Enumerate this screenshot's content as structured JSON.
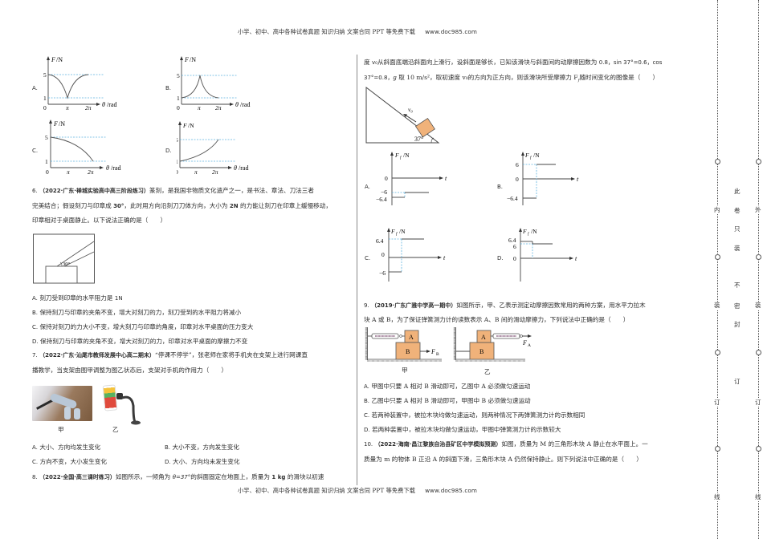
{
  "header": {
    "text": "小学、初中、高中各种试卷真题 知识归纳 文案合同 PPT 等免费下载",
    "url": "www.doc985.com"
  },
  "footer": {
    "text": "小学、初中、高中各种试卷真题 知识归纳 文案合同 PPT 等免费下载",
    "url": "www.doc985.com"
  },
  "q5_graphs": {
    "y_label": "F/N",
    "x_label": "θ/rad",
    "ticks_x": [
      "0",
      "π",
      "2π"
    ],
    "ticks_y": [
      "5",
      "1"
    ],
    "options": [
      {
        "label": "A.",
        "shape": "V-dip from 5 to 1 at π, back to 5 at 2π"
      },
      {
        "label": "B.",
        "shape": "peak from 1 up to 5 at π, down to 1 at 2π"
      },
      {
        "label": "C.",
        "shape": "decreasing from 5 at 0 to 1 at 2π"
      },
      {
        "label": "D.",
        "shape": "increasing from 1 at 0 to 5 at 2π"
      }
    ]
  },
  "q6": {
    "number": "6.",
    "source": "（2022·广东·禅城实验高中高三阶段练习）",
    "stem_line1": "篆刻，是我国非物质文化遗产之一，是书法、章法、刀法三者",
    "stem_line2_a": "完美结合；假设刻刀与印章成 ",
    "angle": "30°",
    "stem_line2_b": "，此时用方向沿刻刀刀体方向，大小为 ",
    "force": "2N",
    "stem_line2_c": " 的力能让刻刀在印章上缓慢移动，",
    "stem_line3": "印章相对于桌面静止。以下说法正确的是（　　）",
    "figure_angle": "30°",
    "options": [
      {
        "label": "A.",
        "text": "刻刀受到印章的水平阻力是 ",
        "tail": "1N"
      },
      {
        "label": "B.",
        "text": "保持刻刀与印章的夹角不变，增大对刻刀的力，刻刀受到的水平阻力将减小",
        "tail": ""
      },
      {
        "label": "C.",
        "text": "保持对刻刀的力大小不变，增大刻刀与印章的角度，印章对水平桌面的压力变大",
        "tail": ""
      },
      {
        "label": "D.",
        "text": "保持刻刀与印章的夹角不变，增大对刻刀的力，印章对水平桌面的摩擦力不变",
        "tail": ""
      }
    ]
  },
  "q7": {
    "number": "7.",
    "source": "（2022·广东·汕尾市教师发展中心高二期末）",
    "stem_line1": "“停课不停学”，张老师在家将手机夹在支架上进行网课直",
    "stem_line2": "播教学，当支架由图甲调整为图乙状态后，支架对手机的作用力（　　）",
    "caption_jia": "甲",
    "caption_yi": "乙",
    "options": [
      {
        "label": "A.",
        "text": "大小、方向均发生变化"
      },
      {
        "label": "B.",
        "text": "大小不变，方向发生变化"
      },
      {
        "label": "C.",
        "text": "方向不变，大小发生变化"
      },
      {
        "label": "D.",
        "text": "大小、方向均未发生变化"
      }
    ]
  },
  "q8": {
    "number": "8.",
    "source": "（2022·全国·高三课时练习）",
    "stem_line1_a": "如图所示，一倾角为 ",
    "theta": "θ=37°",
    "stem_line1_b": "的斜面固定在地面上，质量为 ",
    "mass": "1 kg",
    "stem_line1_c": " 的滑块以初速",
    "stem_line2_a": "度 ",
    "v0": "v₀",
    "stem_line2_b": "从斜面底端沿斜面向上滑行，设斜面是够长，已知该滑块与斜面间的动摩擦因数为 ",
    "mu": "0.8",
    "stem_line2_c": "，sin 37°=0.6，cos",
    "stem_line3_a": "37°=0.8，",
    "g": "g",
    "stem_line3_b": " 取 10 m/s²，取初速度 v₀的方向为正方向，则该滑块所受摩擦力 F",
    "stem_line3_c": "随时间变化的图像是（　　）",
    "figure": {
      "angle": "37°",
      "velocity": "v₀"
    },
    "graphs": {
      "y_label": "Fᶠ /N",
      "x_label": "t",
      "options": [
        {
          "label": "A.",
          "ticks": [
            "0",
            "−6",
            "−6.4"
          ],
          "description": "−6.4 then −6"
        },
        {
          "label": "B.",
          "ticks": [
            "6",
            "0",
            "−6.4"
          ],
          "description": "−6.4 then +6"
        },
        {
          "label": "C.",
          "ticks": [
            "6.4",
            "0",
            "−6"
          ],
          "description": "−6 then +6.4"
        },
        {
          "label": "D.",
          "ticks": [
            "6.4",
            "6",
            "0"
          ],
          "description": "6.4 then 6"
        }
      ]
    }
  },
  "q9": {
    "number": "9.",
    "source": "（2019·广东广雅中学高一期中）",
    "stem_line1": "如图所示，甲、乙表示测定动摩擦因数常用的两种方案，用水平力拉木",
    "stem_line2": "块 A 或 B，为了保证弹簧测力计的读数表示 A、B 间的滑动摩擦力，下列说法中正确的是（　　）",
    "figure": {
      "block_a": "A",
      "block_b": "B",
      "force_b": "F",
      "force_b_sub": "B",
      "force_a": "F",
      "force_a_sub": "A",
      "caption_jia": "甲",
      "caption_yi": "乙"
    },
    "options": [
      {
        "label": "A.",
        "text": "甲图中只要 A 相对 B 滑动即可，乙图中 A 必须做匀速运动"
      },
      {
        "label": "B.",
        "text": "乙图中只要 A 相对 B 滑动即可，甲图中 B 必须做匀速运动"
      },
      {
        "label": "C.",
        "text": "若两种装置中，被拉木块均做匀速运动，则两种情况下两弹簧测力计的示数相同"
      },
      {
        "label": "D.",
        "text": "若两种装置中，被拉木块均做匀速运动，甲图中弹簧测力计的示数较大"
      }
    ]
  },
  "q10": {
    "number": "10.",
    "source": "（2022·海南·昌江黎族自治县矿区中学模拟预测）",
    "stem_line1": "如图，质量为 M 的三角形木块 A 静止在水平面上。一",
    "stem_line2": "质量为 m 的物体 B 正沿 A 的斜面下滑，三角形木块 A 仍然保持静止。则下列说法中正确的是（　　）"
  },
  "binding_margin": {
    "inner_label": [
      "内",
      "装",
      "订",
      "线"
    ],
    "outer_label": [
      "外",
      "装",
      "订",
      "线"
    ],
    "center_label": [
      "此",
      "卷",
      "只",
      "装",
      "不",
      "密",
      "封",
      "订"
    ]
  },
  "colors": {
    "dashed_guide": "#5fb4e0",
    "block_fill": "#f0b27a",
    "text": "#2b2b2b",
    "divider": "#8a8a8a"
  }
}
